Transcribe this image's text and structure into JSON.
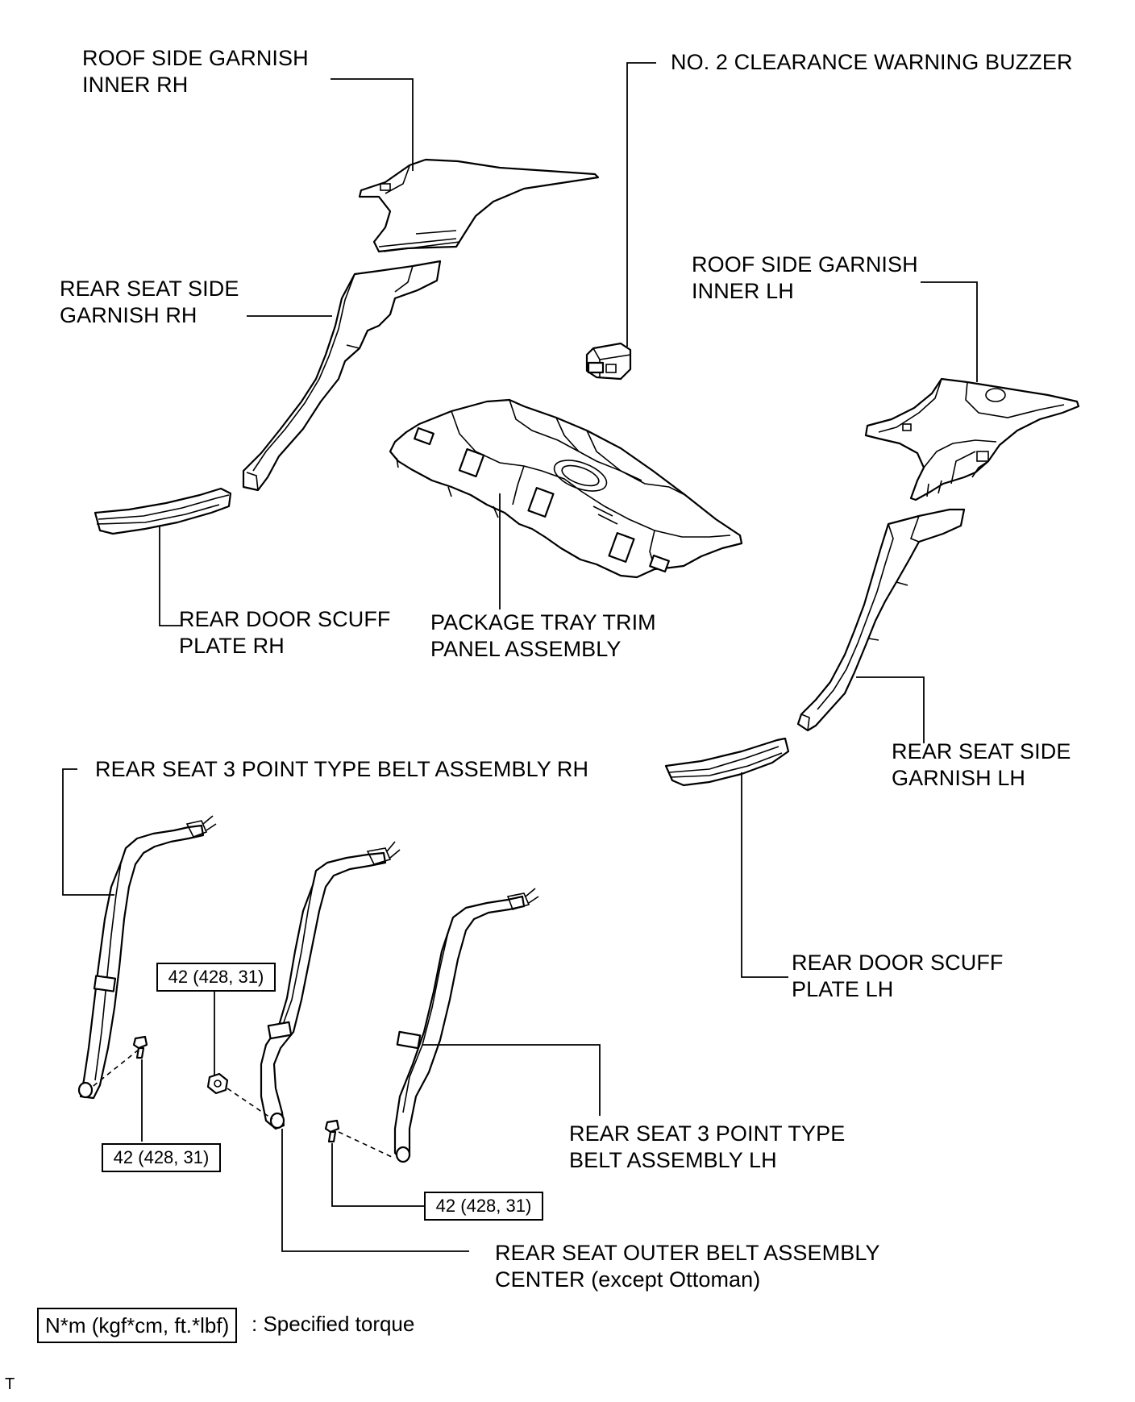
{
  "labels": {
    "roof_side_garnish_inner_rh": [
      "ROOF SIDE GARNISH",
      "INNER RH"
    ],
    "clearance_warning_buzzer": "NO. 2 CLEARANCE WARNING BUZZER",
    "roof_side_garnish_inner_lh": [
      "ROOF SIDE GARNISH",
      "INNER LH"
    ],
    "rear_seat_side_garnish_rh": [
      "REAR SEAT SIDE",
      "GARNISH RH"
    ],
    "rear_door_scuff_plate_rh": [
      "REAR DOOR SCUFF",
      "PLATE RH"
    ],
    "package_tray_trim_panel": [
      "PACKAGE TRAY TRIM",
      "PANEL ASSEMBLY"
    ],
    "rear_seat_side_garnish_lh": [
      "REAR SEAT SIDE",
      "GARNISH LH"
    ],
    "rear_seat_belt_rh": "REAR SEAT 3 POINT TYPE BELT ASSEMBLY RH",
    "rear_door_scuff_plate_lh": [
      "REAR DOOR SCUFF",
      "PLATE LH"
    ],
    "rear_seat_belt_lh": [
      "REAR SEAT 3 POINT TYPE",
      "BELT ASSEMBLY LH"
    ],
    "rear_seat_outer_belt_center": [
      "REAR SEAT OUTER BELT ASSEMBLY",
      "CENTER (except Ottoman)"
    ]
  },
  "torque_specs": {
    "upper_center": "42 (428, 31)",
    "lower_left": "42 (428, 31)",
    "lower_right": "42 (428, 31)"
  },
  "legend": {
    "box_text": "N*m (kgf*cm, ft.*lbf)",
    "description": ": Specified torque"
  },
  "corner_mark": "T"
}
